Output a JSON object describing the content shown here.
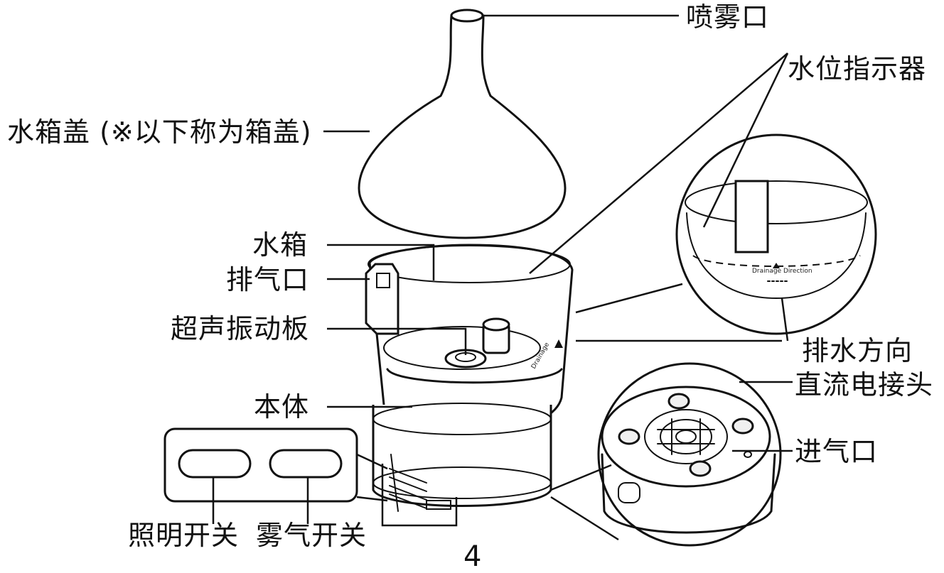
{
  "labels": {
    "spray_outlet": "喷雾口",
    "water_level_indicator": "水位指示器",
    "tank_lid": "水箱盖 (※以下称为箱盖)",
    "water_tank": "水箱",
    "exhaust_port": "排气口",
    "ultrasonic_plate": "超声振动板",
    "body": "本体",
    "drain_direction": "排水方向",
    "dc_connector": "直流电接头",
    "air_inlet": "进气口",
    "light_switch": "照明开关",
    "mist_switch": "雾气开关"
  },
  "inset_text": {
    "drainage_direction": "Drainage Direction",
    "drainage_side": "Drainage"
  },
  "page_number": "4"
}
